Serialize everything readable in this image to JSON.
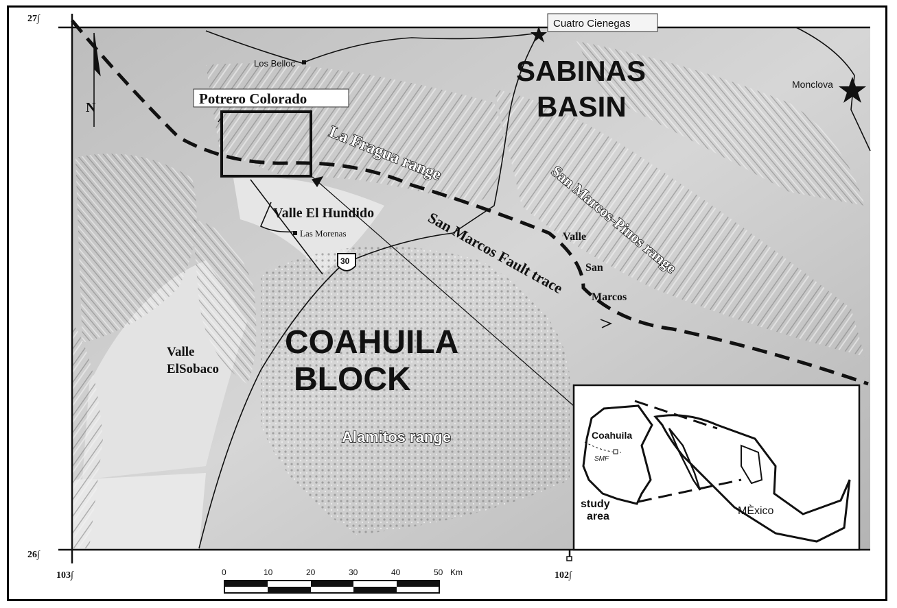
{
  "coordinates": {
    "lat_top": "27∫",
    "lat_bottom": "26∫",
    "lon_left": "103∫",
    "lon_right": "102∫"
  },
  "north_arrow": {
    "label": "N"
  },
  "places": {
    "cuatro_cienegas": "Cuatro Cienegas",
    "monclova": "Monclova",
    "los_belloc": "Los Belloc",
    "las_morenas": "Las Morenas",
    "potrero_colorado": "Potrero Colorado"
  },
  "regions": {
    "sabinas_line1": "SABINAS",
    "sabinas_line2": "BASIN",
    "coahuila_line1": "COAHUILA",
    "coahuila_line2": "BLOCK",
    "valle_el_hundido": "Valle El Hundido",
    "valle_sobaco_line1": "Valle",
    "valle_sobaco_line2": "ElSobaco",
    "valle_san_marcos_line1": "Valle",
    "valle_san_marcos_line2": "San",
    "valle_san_marcos_line3": "Marcos"
  },
  "ranges": {
    "la_fragua": "La Fragua range",
    "san_marcos_pinos": "San Marcos-Pinos range",
    "alamitos": "Alamitos range"
  },
  "fault": {
    "label": "San Marcos Fault trace"
  },
  "highway": {
    "number": "30"
  },
  "scale_bar": {
    "ticks": [
      "0",
      "10",
      "20",
      "30",
      "40",
      "50"
    ],
    "unit": "Km"
  },
  "inset": {
    "coahuila": "Coahuila",
    "smf": "SMF",
    "study_line1": "study",
    "study_line2": "area",
    "mexico": "MÈxico"
  },
  "colors": {
    "relief_light": "#d9d9d9",
    "relief_dark": "#8a8a8a",
    "line": "#111111"
  }
}
